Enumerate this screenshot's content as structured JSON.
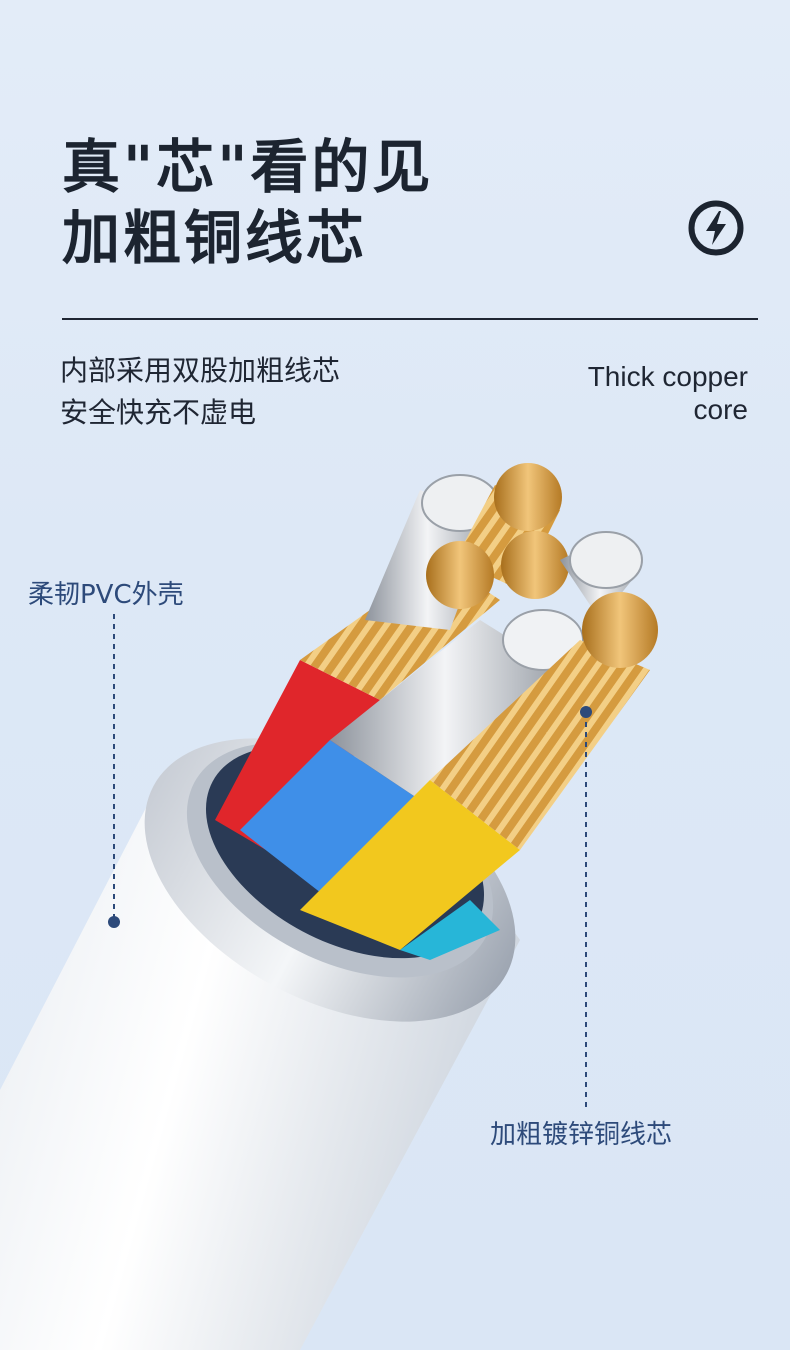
{
  "header": {
    "title_line1": "真\"芯\"看的见",
    "title_line2": "加粗铜线芯",
    "icon": "lightning-bolt-icon"
  },
  "description": {
    "line1": "内部采用双股加粗线芯",
    "line2": "安全快充不虚电"
  },
  "english": {
    "line1": "Thick copper",
    "line2": "core"
  },
  "labels": {
    "pvc": "柔韧PVC外壳",
    "copper": "加粗镀锌铜线芯"
  },
  "colors": {
    "text": "#1c2430",
    "label": "#2d4a7a",
    "wire_red": "#e0262b",
    "wire_blue": "#3f8fe8",
    "wire_yellow": "#f2c81e",
    "wire_cyan": "#27b6d8",
    "copper": "#d9a24a"
  }
}
